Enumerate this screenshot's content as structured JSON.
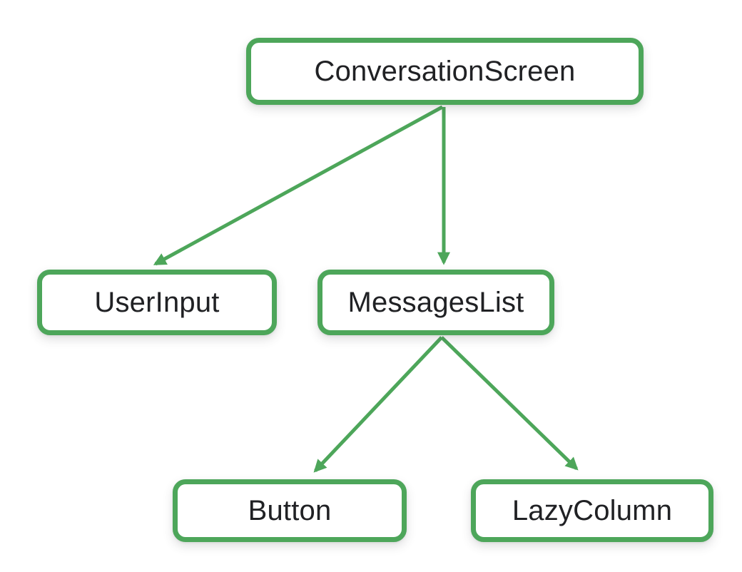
{
  "diagram": {
    "type": "tree",
    "nodes": [
      {
        "id": "conversation-screen",
        "label": "ConversationScreen",
        "level": 0
      },
      {
        "id": "user-input",
        "label": "UserInput",
        "level": 1
      },
      {
        "id": "messages-list",
        "label": "MessagesList",
        "level": 1
      },
      {
        "id": "button",
        "label": "Button",
        "level": 2
      },
      {
        "id": "lazy-column",
        "label": "LazyColumn",
        "level": 2
      }
    ],
    "edges": [
      {
        "from": "ConversationScreen",
        "to": "UserInput"
      },
      {
        "from": "ConversationScreen",
        "to": "MessagesList"
      },
      {
        "from": "MessagesList",
        "to": "Button"
      },
      {
        "from": "MessagesList",
        "to": "LazyColumn"
      }
    ],
    "colors": {
      "node_border": "#4DA65A",
      "arrow": "#4DA65A",
      "node_fill": "#FFFFFF",
      "text": "#202124",
      "background": "#FFFFFF"
    }
  }
}
